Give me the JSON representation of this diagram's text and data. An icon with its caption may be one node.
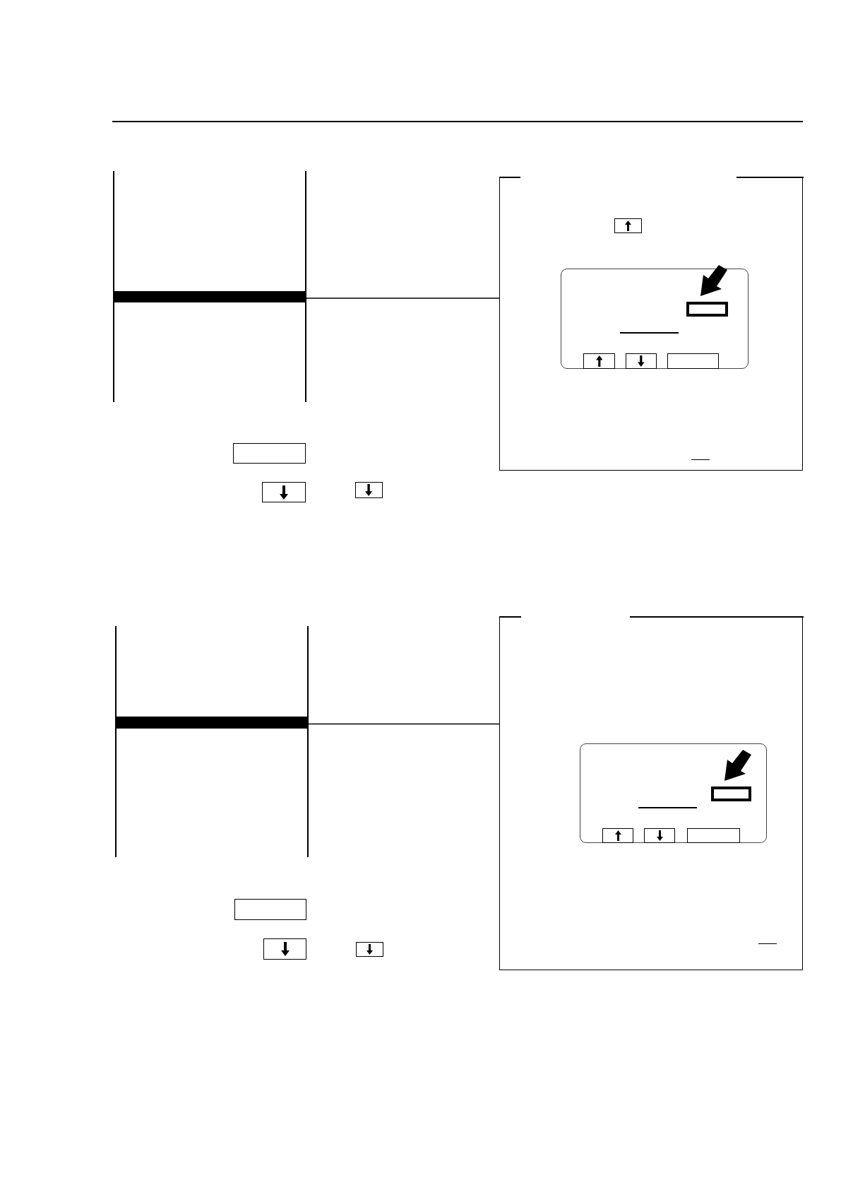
{
  "diagram": {
    "nodes": [
      {
        "text": [],
        "shape": "bar"
      },
      {
        "text": [],
        "shape": "box"
      },
      {
        "text": [],
        "shape": "box",
        "in": 1
      },
      {
        "text": [],
        "shape": "bar"
      },
      {
        "text": [],
        "shape": "box"
      },
      {
        "text": [],
        "shape": "box",
        "in": 4
      }
    ],
    "edges": [
      {
        "from": 0,
        "to": 1,
        "arrow": "none"
      },
      {
        "from": 3,
        "to": 4,
        "arrow": "none"
      }
    ]
  }
}
